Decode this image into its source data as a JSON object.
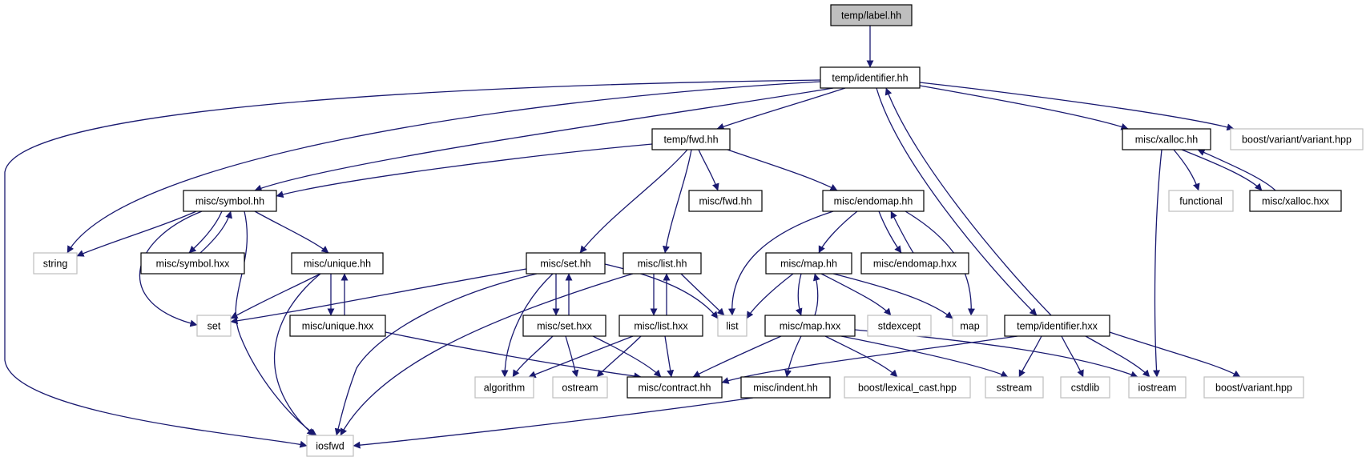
{
  "graph": {
    "colors": {
      "edge": "#191970",
      "root_fill": "#bfbfbf",
      "node_border": "#000000",
      "external_border": "#bfbfbf",
      "background": "#ffffff"
    },
    "nodes": [
      {
        "id": "temp-label-hh",
        "label": "temp/label.hh",
        "kind": "root"
      },
      {
        "id": "temp-identifier-hh",
        "label": "temp/identifier.hh",
        "kind": "file"
      },
      {
        "id": "iosfwd",
        "label": "iosfwd",
        "kind": "external"
      },
      {
        "id": "string",
        "label": "string",
        "kind": "external"
      },
      {
        "id": "misc-symbol-hh",
        "label": "misc/symbol.hh",
        "kind": "file"
      },
      {
        "id": "temp-fwd-hh",
        "label": "temp/fwd.hh",
        "kind": "file"
      },
      {
        "id": "misc-xalloc-hh",
        "label": "misc/xalloc.hh",
        "kind": "file"
      },
      {
        "id": "boost-variant-variant-hpp",
        "label": "boost/variant/variant.hpp",
        "kind": "external"
      },
      {
        "id": "temp-identifier-hxx",
        "label": "temp/identifier.hxx",
        "kind": "file"
      },
      {
        "id": "set",
        "label": "set",
        "kind": "external"
      },
      {
        "id": "misc-symbol-hxx",
        "label": "misc/symbol.hxx",
        "kind": "file"
      },
      {
        "id": "misc-unique-hh",
        "label": "misc/unique.hh",
        "kind": "file"
      },
      {
        "id": "misc-unique-hxx",
        "label": "misc/unique.hxx",
        "kind": "file"
      },
      {
        "id": "misc-contract-hh",
        "label": "misc/contract.hh",
        "kind": "file"
      },
      {
        "id": "misc-set-hh",
        "label": "misc/set.hh",
        "kind": "file"
      },
      {
        "id": "misc-list-hh",
        "label": "misc/list.hh",
        "kind": "file"
      },
      {
        "id": "misc-fwd-hh",
        "label": "misc/fwd.hh",
        "kind": "file"
      },
      {
        "id": "misc-endomap-hh",
        "label": "misc/endomap.hh",
        "kind": "file"
      },
      {
        "id": "algorithm",
        "label": "algorithm",
        "kind": "external"
      },
      {
        "id": "list",
        "label": "list",
        "kind": "external"
      },
      {
        "id": "misc-set-hxx",
        "label": "misc/set.hxx",
        "kind": "file"
      },
      {
        "id": "ostream",
        "label": "ostream",
        "kind": "external"
      },
      {
        "id": "misc-list-hxx",
        "label": "misc/list.hxx",
        "kind": "file"
      },
      {
        "id": "misc-map-hh",
        "label": "misc/map.hh",
        "kind": "file"
      },
      {
        "id": "misc-endomap-hxx",
        "label": "misc/endomap.hxx",
        "kind": "file"
      },
      {
        "id": "map",
        "label": "map",
        "kind": "external"
      },
      {
        "id": "stdexcept",
        "label": "stdexcept",
        "kind": "external"
      },
      {
        "id": "misc-map-hxx",
        "label": "misc/map.hxx",
        "kind": "file"
      },
      {
        "id": "misc-indent-hh",
        "label": "misc/indent.hh",
        "kind": "file"
      },
      {
        "id": "boost-lexical-cast-hpp",
        "label": "boost/lexical_cast.hpp",
        "kind": "external"
      },
      {
        "id": "sstream",
        "label": "sstream",
        "kind": "external"
      },
      {
        "id": "iostream",
        "label": "iostream",
        "kind": "external"
      },
      {
        "id": "cstdlib",
        "label": "cstdlib",
        "kind": "external"
      },
      {
        "id": "boost-variant-hpp",
        "label": "boost/variant.hpp",
        "kind": "external"
      },
      {
        "id": "functional",
        "label": "functional",
        "kind": "external"
      },
      {
        "id": "misc-xalloc-hxx",
        "label": "misc/xalloc.hxx",
        "kind": "file"
      }
    ],
    "edges": [
      [
        "temp-label-hh",
        "temp-identifier-hh"
      ],
      [
        "temp-identifier-hh",
        "iosfwd"
      ],
      [
        "temp-identifier-hh",
        "string"
      ],
      [
        "temp-identifier-hh",
        "misc-symbol-hh"
      ],
      [
        "temp-identifier-hh",
        "temp-fwd-hh"
      ],
      [
        "temp-identifier-hh",
        "misc-xalloc-hh"
      ],
      [
        "temp-identifier-hh",
        "boost-variant-variant-hpp"
      ],
      [
        "temp-identifier-hh",
        "temp-identifier-hxx"
      ],
      [
        "misc-symbol-hh",
        "string"
      ],
      [
        "misc-symbol-hh",
        "set"
      ],
      [
        "misc-symbol-hh",
        "iosfwd"
      ],
      [
        "misc-symbol-hh",
        "misc-unique-hh"
      ],
      [
        "misc-symbol-hh",
        "misc-symbol-hxx"
      ],
      [
        "misc-symbol-hxx",
        "misc-symbol-hh"
      ],
      [
        "misc-unique-hh",
        "set"
      ],
      [
        "misc-unique-hh",
        "iosfwd"
      ],
      [
        "misc-unique-hh",
        "misc-unique-hxx"
      ],
      [
        "misc-unique-hxx",
        "misc-unique-hh"
      ],
      [
        "misc-unique-hxx",
        "misc-contract-hh"
      ],
      [
        "temp-fwd-hh",
        "misc-symbol-hh"
      ],
      [
        "temp-fwd-hh",
        "misc-set-hh"
      ],
      [
        "temp-fwd-hh",
        "misc-list-hh"
      ],
      [
        "temp-fwd-hh",
        "misc-fwd-hh"
      ],
      [
        "temp-fwd-hh",
        "misc-endomap-hh"
      ],
      [
        "misc-set-hh",
        "set"
      ],
      [
        "misc-set-hh",
        "algorithm"
      ],
      [
        "misc-set-hh",
        "iosfwd"
      ],
      [
        "misc-set-hh",
        "list"
      ],
      [
        "misc-set-hh",
        "misc-set-hxx"
      ],
      [
        "misc-set-hxx",
        "misc-set-hh"
      ],
      [
        "misc-set-hxx",
        "algorithm"
      ],
      [
        "misc-set-hxx",
        "ostream"
      ],
      [
        "misc-set-hxx",
        "misc-contract-hh"
      ],
      [
        "misc-list-hh",
        "iosfwd"
      ],
      [
        "misc-list-hh",
        "list"
      ],
      [
        "misc-list-hh",
        "misc-list-hxx"
      ],
      [
        "misc-list-hxx",
        "misc-list-hh"
      ],
      [
        "misc-list-hxx",
        "algorithm"
      ],
      [
        "misc-list-hxx",
        "ostream"
      ],
      [
        "misc-list-hxx",
        "misc-contract-hh"
      ],
      [
        "misc-endomap-hh",
        "list"
      ],
      [
        "misc-endomap-hh",
        "map"
      ],
      [
        "misc-endomap-hh",
        "misc-map-hh"
      ],
      [
        "misc-endomap-hh",
        "misc-endomap-hxx"
      ],
      [
        "misc-endomap-hxx",
        "misc-endomap-hh"
      ],
      [
        "misc-map-hh",
        "list"
      ],
      [
        "misc-map-hh",
        "map"
      ],
      [
        "misc-map-hh",
        "stdexcept"
      ],
      [
        "misc-map-hh",
        "misc-map-hxx"
      ],
      [
        "misc-map-hxx",
        "misc-map-hh"
      ],
      [
        "misc-map-hxx",
        "misc-contract-hh"
      ],
      [
        "misc-map-hxx",
        "misc-indent-hh"
      ],
      [
        "misc-map-hxx",
        "boost-lexical-cast-hpp"
      ],
      [
        "misc-map-hxx",
        "sstream"
      ],
      [
        "misc-map-hxx",
        "iostream"
      ],
      [
        "misc-indent-hh",
        "iosfwd"
      ],
      [
        "temp-identifier-hxx",
        "temp-identifier-hh"
      ],
      [
        "temp-identifier-hxx",
        "misc-contract-hh"
      ],
      [
        "temp-identifier-hxx",
        "sstream"
      ],
      [
        "temp-identifier-hxx",
        "cstdlib"
      ],
      [
        "temp-identifier-hxx",
        "iostream"
      ],
      [
        "temp-identifier-hxx",
        "boost-variant-hpp"
      ],
      [
        "misc-xalloc-hh",
        "iostream"
      ],
      [
        "misc-xalloc-hh",
        "functional"
      ],
      [
        "misc-xalloc-hh",
        "misc-xalloc-hxx"
      ],
      [
        "misc-xalloc-hxx",
        "misc-xalloc-hh"
      ]
    ]
  }
}
